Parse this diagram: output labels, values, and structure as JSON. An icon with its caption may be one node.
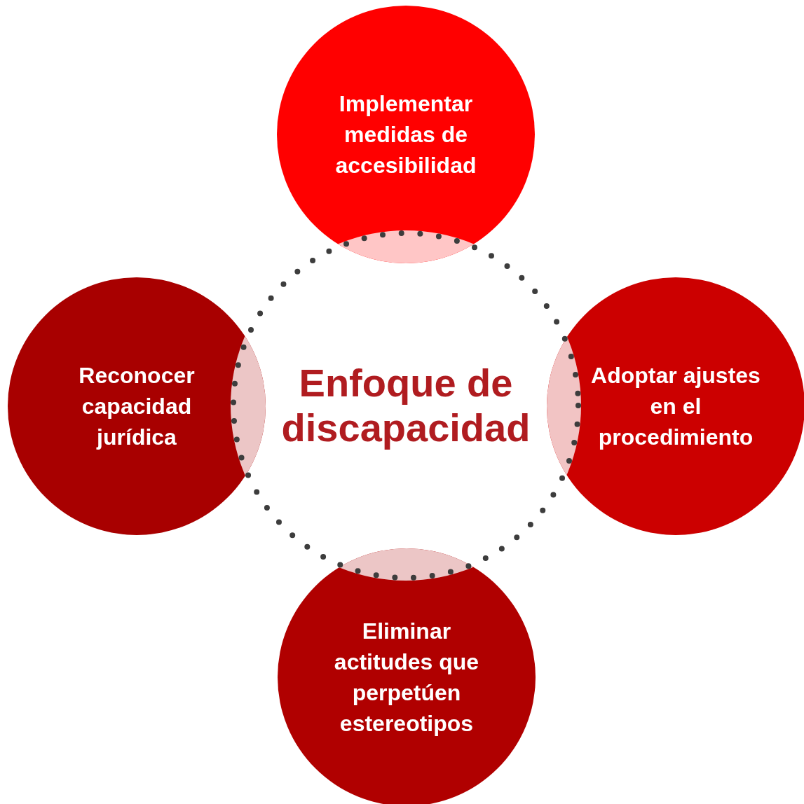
{
  "diagram": {
    "nodes": [
      {
        "text": [
          "Enfoque de discapacidad"
        ]
      },
      {
        "text": [
          "Implementar medidas de accesibilidad"
        ]
      },
      {
        "text": [
          "Reconocer capacidad jurídica"
        ]
      },
      {
        "text": [
          "Adoptar ajustes en el procedimiento"
        ]
      },
      {
        "text": [
          "Eliminar actitudes que perpetúen estereotipos"
        ]
      }
    ]
  }
}
